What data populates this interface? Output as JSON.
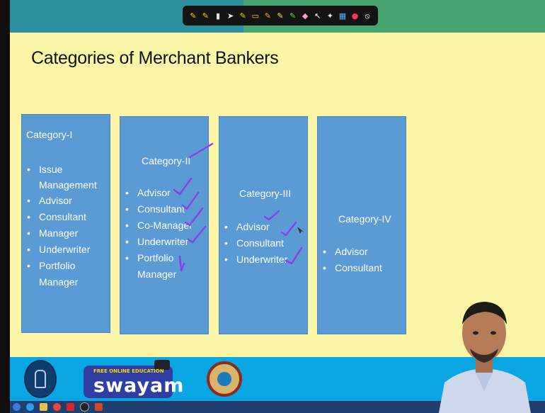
{
  "slide": {
    "title": "Categories of Merchant Bankers",
    "categories": [
      {
        "heading": "Category-I",
        "items": [
          "Issue Management",
          "Advisor",
          "Consultant",
          "Manager",
          "Underwriter",
          "Portfolio Manager"
        ]
      },
      {
        "heading": "Category-II",
        "items": [
          "Advisor",
          "Consultant",
          "Co-Manager",
          "Underwriter",
          "Portfolio Manager"
        ]
      },
      {
        "heading": "Category-III",
        "items": [
          "Advisor",
          "Consultant",
          "Underwriter"
        ]
      },
      {
        "heading": "Category-IV",
        "items": [
          "Advisor",
          "Consultant"
        ]
      }
    ]
  },
  "footer": {
    "logo_text": "swayam",
    "logo_tagline": "FREE ONLINE EDUCATION"
  },
  "toolbar": {
    "tools": [
      "pen-icon",
      "pen-icon",
      "highlighter-icon",
      "pointer-icon",
      "pen-icon",
      "shape-icon",
      "pen-icon",
      "pen-icon",
      "pen-icon",
      "eraser-icon",
      "pointer-icon",
      "laser-icon",
      "grid-icon",
      "color-icon",
      "close-icon"
    ],
    "colors": {
      "background": "#141414",
      "accent": "#ffd000"
    }
  },
  "colors": {
    "box": "#5b9bd5",
    "slide_bg": "#fbf6a7",
    "footer": "#09a6e3",
    "annotation": "#8a3fe0"
  }
}
